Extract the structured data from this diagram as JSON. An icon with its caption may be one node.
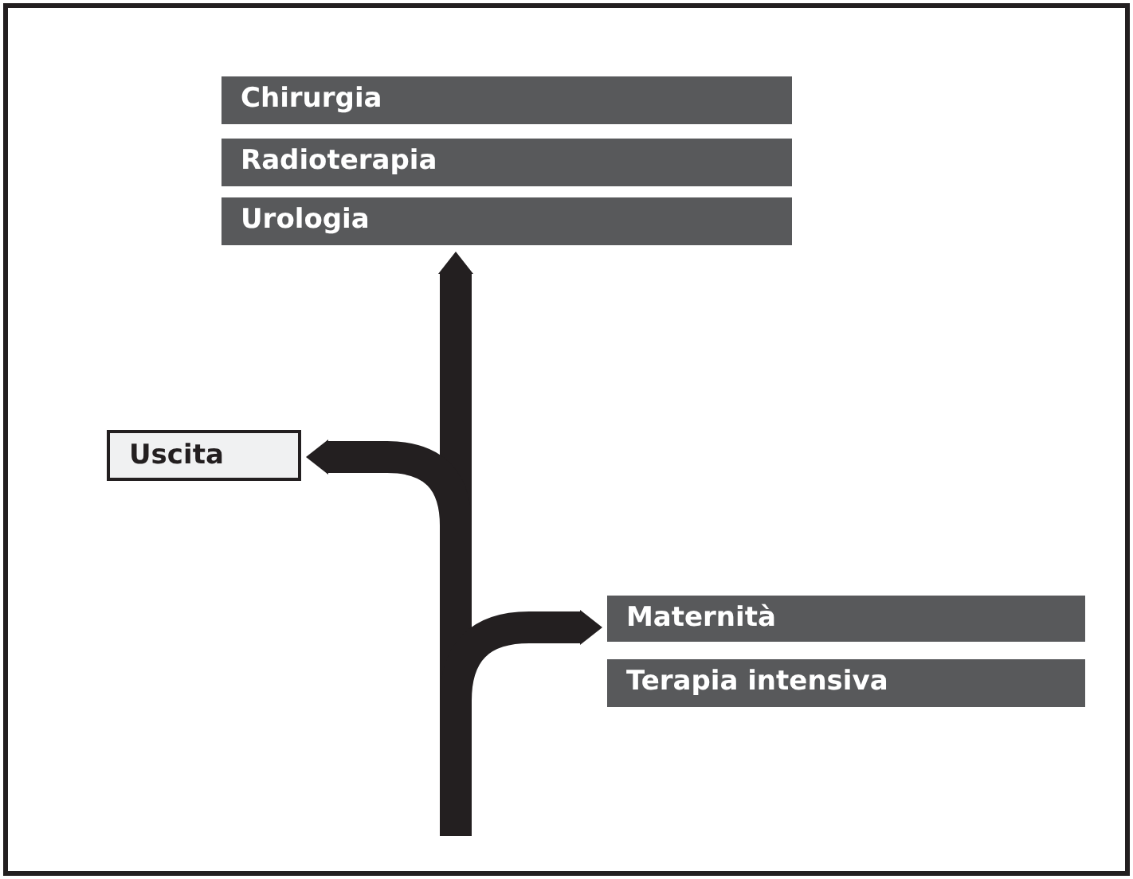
{
  "diagram": {
    "nodes": [
      {
        "text": [
          "Chirurgia"
        ]
      },
      {
        "text": [
          "Radioterapia"
        ]
      },
      {
        "text": [
          "Urologia"
        ]
      },
      {
        "text": [
          "Uscita"
        ]
      },
      {
        "text": [
          "Maternità"
        ]
      },
      {
        "text": [
          "Terapia intensiva"
        ]
      }
    ],
    "edges": [
      {
        "from": null,
        "to": 0,
        "arrow": "to"
      },
      {
        "from": null,
        "to": 1,
        "arrow": "to"
      },
      {
        "from": null,
        "to": 2,
        "arrow": "to"
      },
      {
        "from": null,
        "to": 3,
        "arrow": "to"
      },
      {
        "from": null,
        "to": 4,
        "arrow": "to"
      },
      {
        "from": null,
        "to": 5,
        "arrow": "to"
      }
    ]
  }
}
